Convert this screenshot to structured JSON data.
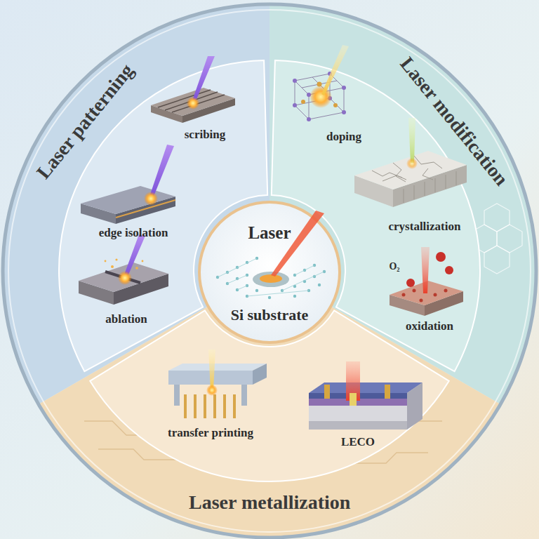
{
  "diagram": {
    "nodes": [
      {
        "text": [
          "Laser patterning"
        ]
      },
      {
        "text": [
          "Laser modification"
        ]
      },
      {
        "text": [
          "Laser",
          "Si substrate"
        ]
      },
      {
        "text": [
          "Laser metallization"
        ]
      }
    ],
    "labels": [
      "scribing",
      "edge isolation",
      "ablation",
      "doping",
      "crystallization",
      "O₂",
      "oxidation",
      "transfer printing",
      "LECO"
    ]
  }
}
